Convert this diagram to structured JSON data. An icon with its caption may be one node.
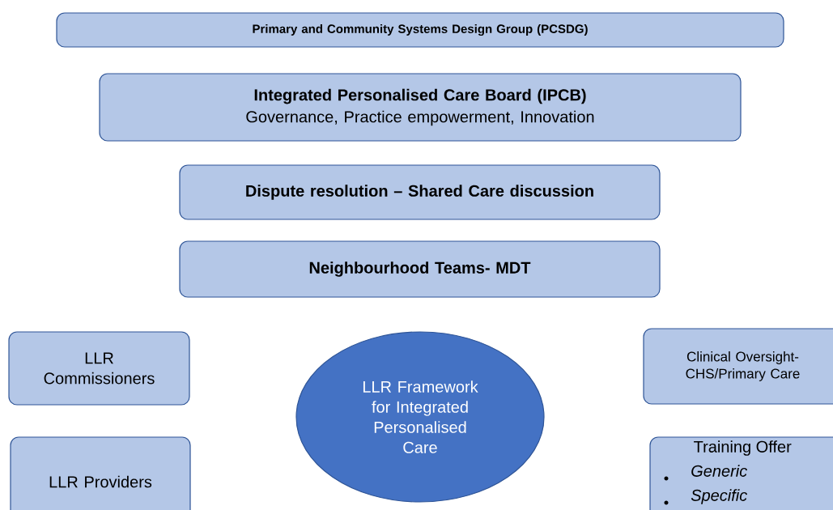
{
  "diagram": {
    "nodes": [
      {
        "text": [
          "Primary and Community Systems Design Group (PCSDG)"
        ]
      },
      {
        "text": [
          "Integrated Personalised Care Board (IPCB)",
          "Governance, Practice empowerment, Innovation"
        ]
      },
      {
        "text": [
          "Dispute resolution – Shared Care discussion"
        ]
      },
      {
        "text": [
          "Neighbourhood Teams- MDT"
        ]
      },
      {
        "text": [
          "LLR Commissioners"
        ]
      },
      {
        "text": [
          "LLR Framework for Integrated Personalised Care"
        ]
      },
      {
        "text": [
          "Clinical Oversight- CHS/Primary Care"
        ]
      },
      {
        "text": [
          "LLR Providers"
        ]
      },
      {
        "text": [
          "Training Offer",
          "Generic",
          "Specific"
        ]
      }
    ]
  }
}
